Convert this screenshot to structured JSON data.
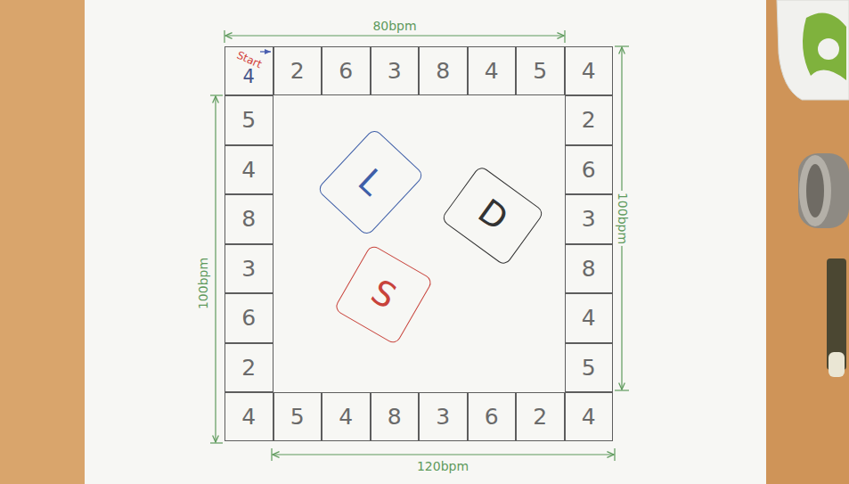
{
  "diagram": {
    "nodes": [
      {
        "text": [
          "Start",
          "4"
        ]
      },
      {
        "text": [
          "2"
        ]
      },
      {
        "text": [
          "6"
        ]
      },
      {
        "text": [
          "3"
        ]
      },
      {
        "text": [
          "8"
        ]
      },
      {
        "text": [
          "4"
        ]
      },
      {
        "text": [
          "5"
        ]
      },
      {
        "text": [
          "4"
        ]
      },
      {
        "text": [
          "5"
        ]
      },
      {
        "text": [
          "2"
        ]
      },
      {
        "text": [
          "4"
        ]
      },
      {
        "text": [
          "6"
        ]
      },
      {
        "text": [
          "8"
        ]
      },
      {
        "text": [
          "3"
        ]
      },
      {
        "text": [
          "3"
        ]
      },
      {
        "text": [
          "8"
        ]
      },
      {
        "text": [
          "6"
        ]
      },
      {
        "text": [
          "4"
        ]
      },
      {
        "text": [
          "2"
        ]
      },
      {
        "text": [
          "5"
        ]
      },
      {
        "text": [
          "4"
        ]
      },
      {
        "text": [
          "5"
        ]
      },
      {
        "text": [
          "4"
        ]
      },
      {
        "text": [
          "8"
        ]
      },
      {
        "text": [
          "3"
        ]
      },
      {
        "text": [
          "6"
        ]
      },
      {
        "text": [
          "2"
        ]
      },
      {
        "text": [
          "4"
        ]
      },
      {
        "text": [
          "L"
        ]
      },
      {
        "text": [
          "D"
        ]
      },
      {
        "text": [
          "S"
        ]
      }
    ],
    "labels": [
      "80bpm",
      "100bpm",
      "120bpm",
      "100bpm"
    ]
  }
}
